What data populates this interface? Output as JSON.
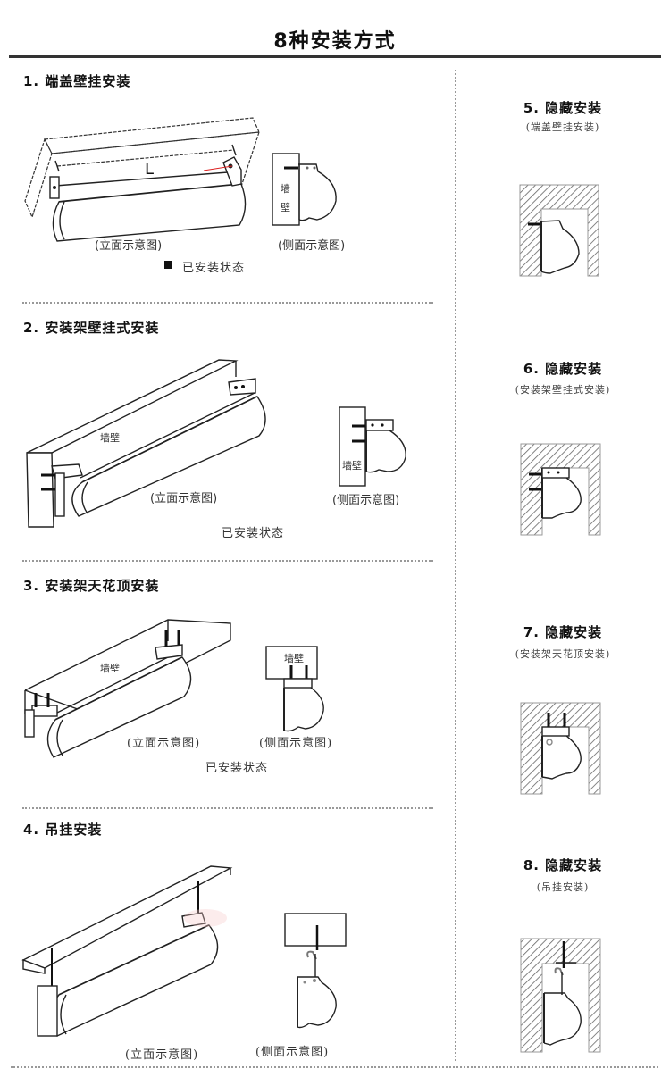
{
  "page": {
    "title": "8种安装方式"
  },
  "sections_left": [
    {
      "title": "1. 端盖壁挂安装",
      "front_caption": "(立面示意图)",
      "side_caption": "(侧面示意图)",
      "status_label": "已安装状态",
      "status_icon": "filled-square-icon",
      "dimension_label": "L",
      "wall_label": "墙壁"
    },
    {
      "title": "2. 安装架壁挂式安装",
      "front_caption": "(立面示意图)",
      "side_caption": "(侧面示意图)",
      "status_label": "已安装状态",
      "wall_label": "墙壁"
    },
    {
      "title": "3. 安装架天花顶安装",
      "front_caption": "(立面示意图)",
      "side_caption": "(侧面示意图)",
      "status_label": "已安装状态",
      "wall_label": "墙壁"
    },
    {
      "title": "4. 吊挂安装",
      "front_caption": "(立面示意图)",
      "side_caption": "(侧面示意图)"
    }
  ],
  "sections_right": [
    {
      "title": "5. 隐藏安装",
      "subtitle": "(端盖壁挂安装)"
    },
    {
      "title": "6. 隐藏安装",
      "subtitle": "(安装架壁挂式安装)"
    },
    {
      "title": "7. 隐藏安装",
      "subtitle": "(安装架天花顶安装)"
    },
    {
      "title": "8. 隐藏安装",
      "subtitle": "(吊挂安装)"
    }
  ]
}
